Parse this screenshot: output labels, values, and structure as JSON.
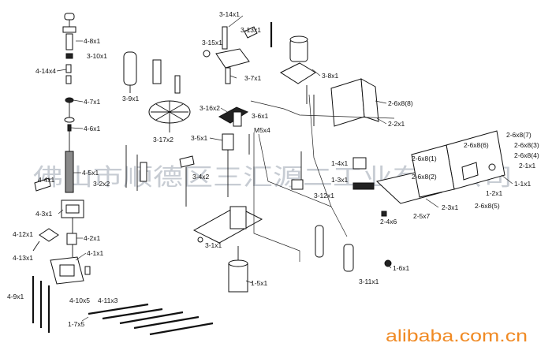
{
  "watermark": "佛山市顺德区三汇源二工业有限公司",
  "brand": "alibaba.com.cn",
  "colors": {
    "ink": "#111111",
    "watermark": "#9aa3b0",
    "brand": "#f08a24"
  },
  "labels": {
    "l_3_14x1": "3-14x1",
    "l_3_13x1": "3-13x1",
    "l_3_15x1": "3-15x1",
    "l_3_7x1": "3-7x1",
    "l_3_8x1": "3-8x1",
    "l_4_8x1": "4-8x1",
    "l_3_10x1": "3-10x1",
    "l_4_14x4": "4-14x4",
    "l_4_7x1": "4-7x1",
    "l_3_9x1": "3-9x1",
    "l_3_16x2": "3-16x2",
    "l_3_6x1": "3-6x1",
    "l_m5x4": "M5x4",
    "l_2_6x8_8": "2-6x8(8)",
    "l_2_2x1": "2-2x1",
    "l_4_6x1": "4-6x1",
    "l_3_17x2": "3-17x2",
    "l_3_5x1": "3-5x1",
    "l_2_6x8_7": "2-6x8(7)",
    "l_2_6x8_6": "2-6x8(6)",
    "l_2_6x8_3": "2-6x8(3)",
    "l_2_6x8_4": "2-6x8(4)",
    "l_2_6x8_1": "2-6x8(1)",
    "l_2_1x1": "2-1x1",
    "l_1_4x1": "1-4x1",
    "l_4_5x1": "4-5x1",
    "l_4_4x1": "4-4x1",
    "l_3_2x2": "3-2x2",
    "l_3_4x2": "3-4x2",
    "l_1_3x1": "1-3x1",
    "l_2_6x8_2": "2-6x8(2)",
    "l_1_1x1": "1-1x1",
    "l_1_2x1": "1-2x1",
    "l_3_12x1": "3-12x1",
    "l_2_3x1": "2-3x1",
    "l_2_6x8_5": "2-6x8(5)",
    "l_4_3x1": "4-3x1",
    "l_2_5x7": "2-5x7",
    "l_2_4x6": "2-4x6",
    "l_4_12x1": "4-12x1",
    "l_4_2x1": "4-2x1",
    "l_4_13x1": "4-13x1",
    "l_3_1x1": "3-1x1",
    "l_4_1x1": "4-1x1",
    "l_1_6x1": "1-6x1",
    "l_3_11x1": "3-11x1",
    "l_1_5x1": "1-5x1",
    "l_4_9x1": "4-9x1",
    "l_4_10x5": "4-10x5",
    "l_4_11x3": "4-11x3",
    "l_1_7x5": "1-7x5"
  }
}
